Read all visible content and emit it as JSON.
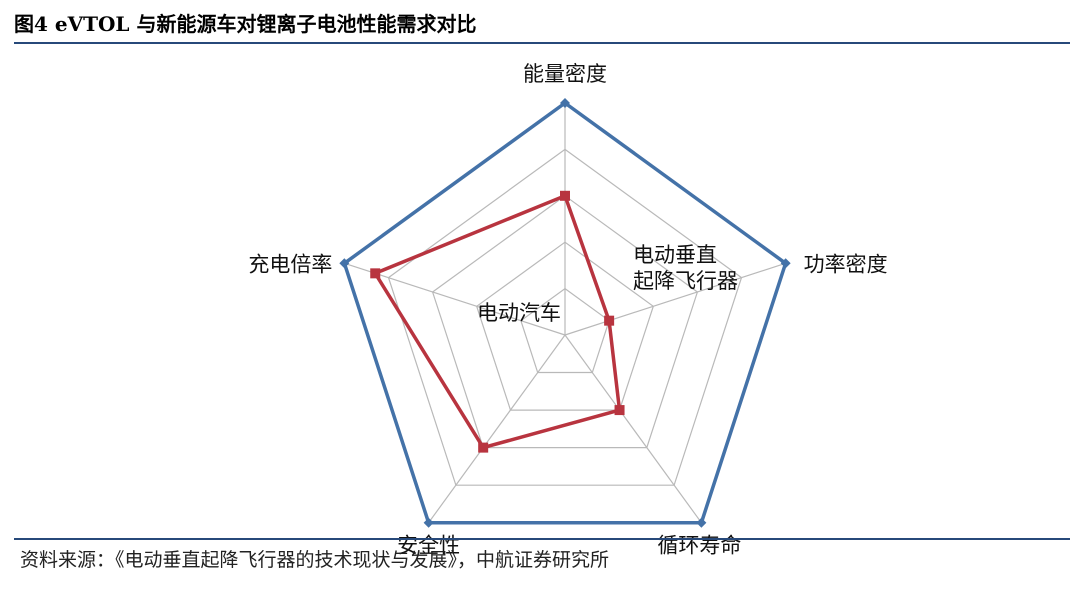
{
  "figure": {
    "title": "图4  eVTOL 与新能源车对锂离子电池性能需求对比",
    "source": "资料来源：《电动垂直起降飞行器的技术现状与发展》，中航证券研究所"
  },
  "chart_data": {
    "type": "radar",
    "axes": [
      "能量密度",
      "功率密度",
      "循环寿命",
      "安全性",
      "充电倍率"
    ],
    "rmax": 5,
    "grid_levels": 5,
    "grid": true,
    "series": [
      {
        "name": "电动垂直起降飞行器",
        "label_lines": [
          "电动垂直",
          "起降飞行器"
        ],
        "values": [
          5,
          5,
          5,
          5,
          5
        ],
        "color": "#4472a8",
        "marker": "diamond"
      },
      {
        "name": "电动汽车",
        "label_lines": [
          "电动汽车"
        ],
        "values": [
          3,
          1,
          2,
          3,
          4.3
        ],
        "color": "#b8343f",
        "marker": "square"
      }
    ],
    "colors": {
      "grid": "#b9b9b9",
      "rule": "#27497a"
    }
  }
}
